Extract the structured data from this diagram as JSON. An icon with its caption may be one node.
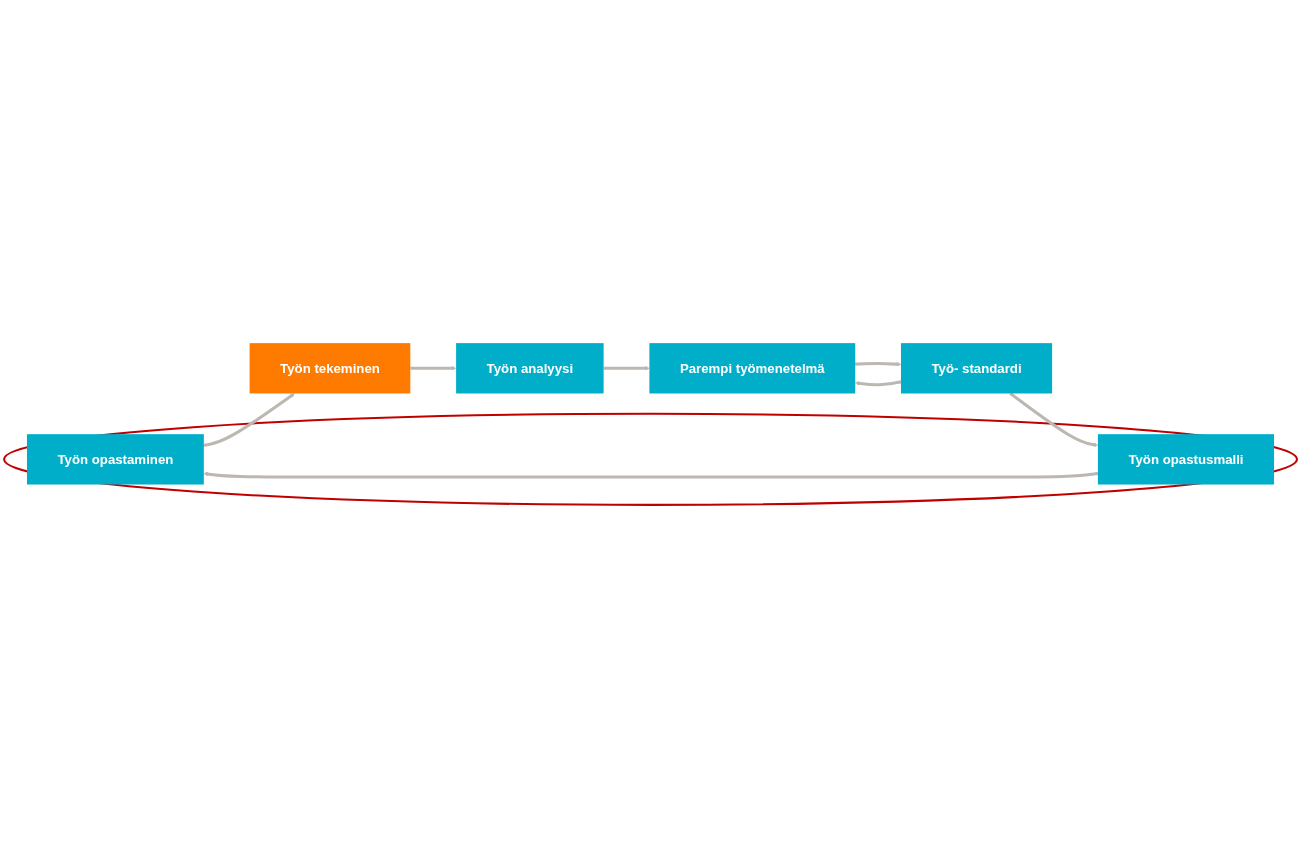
{
  "diagram": {
    "nodes": [
      {
        "text": [],
        "shape": "ellipse"
      },
      {
        "text": [
          "Työn opastaminen"
        ],
        "in": 0
      },
      {
        "text": [
          "Työn tekeminen"
        ]
      },
      {
        "text": [
          "Työn analyysi"
        ]
      },
      {
        "text": [
          "Työn opastusmalli"
        ],
        "in": 0
      },
      {
        "text": [
          "Parempi työmenetelmä"
        ]
      },
      {
        "text": [
          "Työ- standardi"
        ]
      }
    ],
    "edges": [
      {
        "from": 1,
        "to": 2,
        "arrow": "to"
      },
      {
        "from": 2,
        "to": 3,
        "arrow": "to"
      },
      {
        "from": 3,
        "to": 5,
        "arrow": "to"
      },
      {
        "from": 6,
        "to": 5,
        "arrow": "to"
      },
      {
        "from": 5,
        "to": 6,
        "arrow": "to"
      },
      {
        "from": 6,
        "to": 4,
        "arrow": "to"
      },
      {
        "from": 4,
        "to": 1,
        "arrow": "to"
      }
    ]
  }
}
